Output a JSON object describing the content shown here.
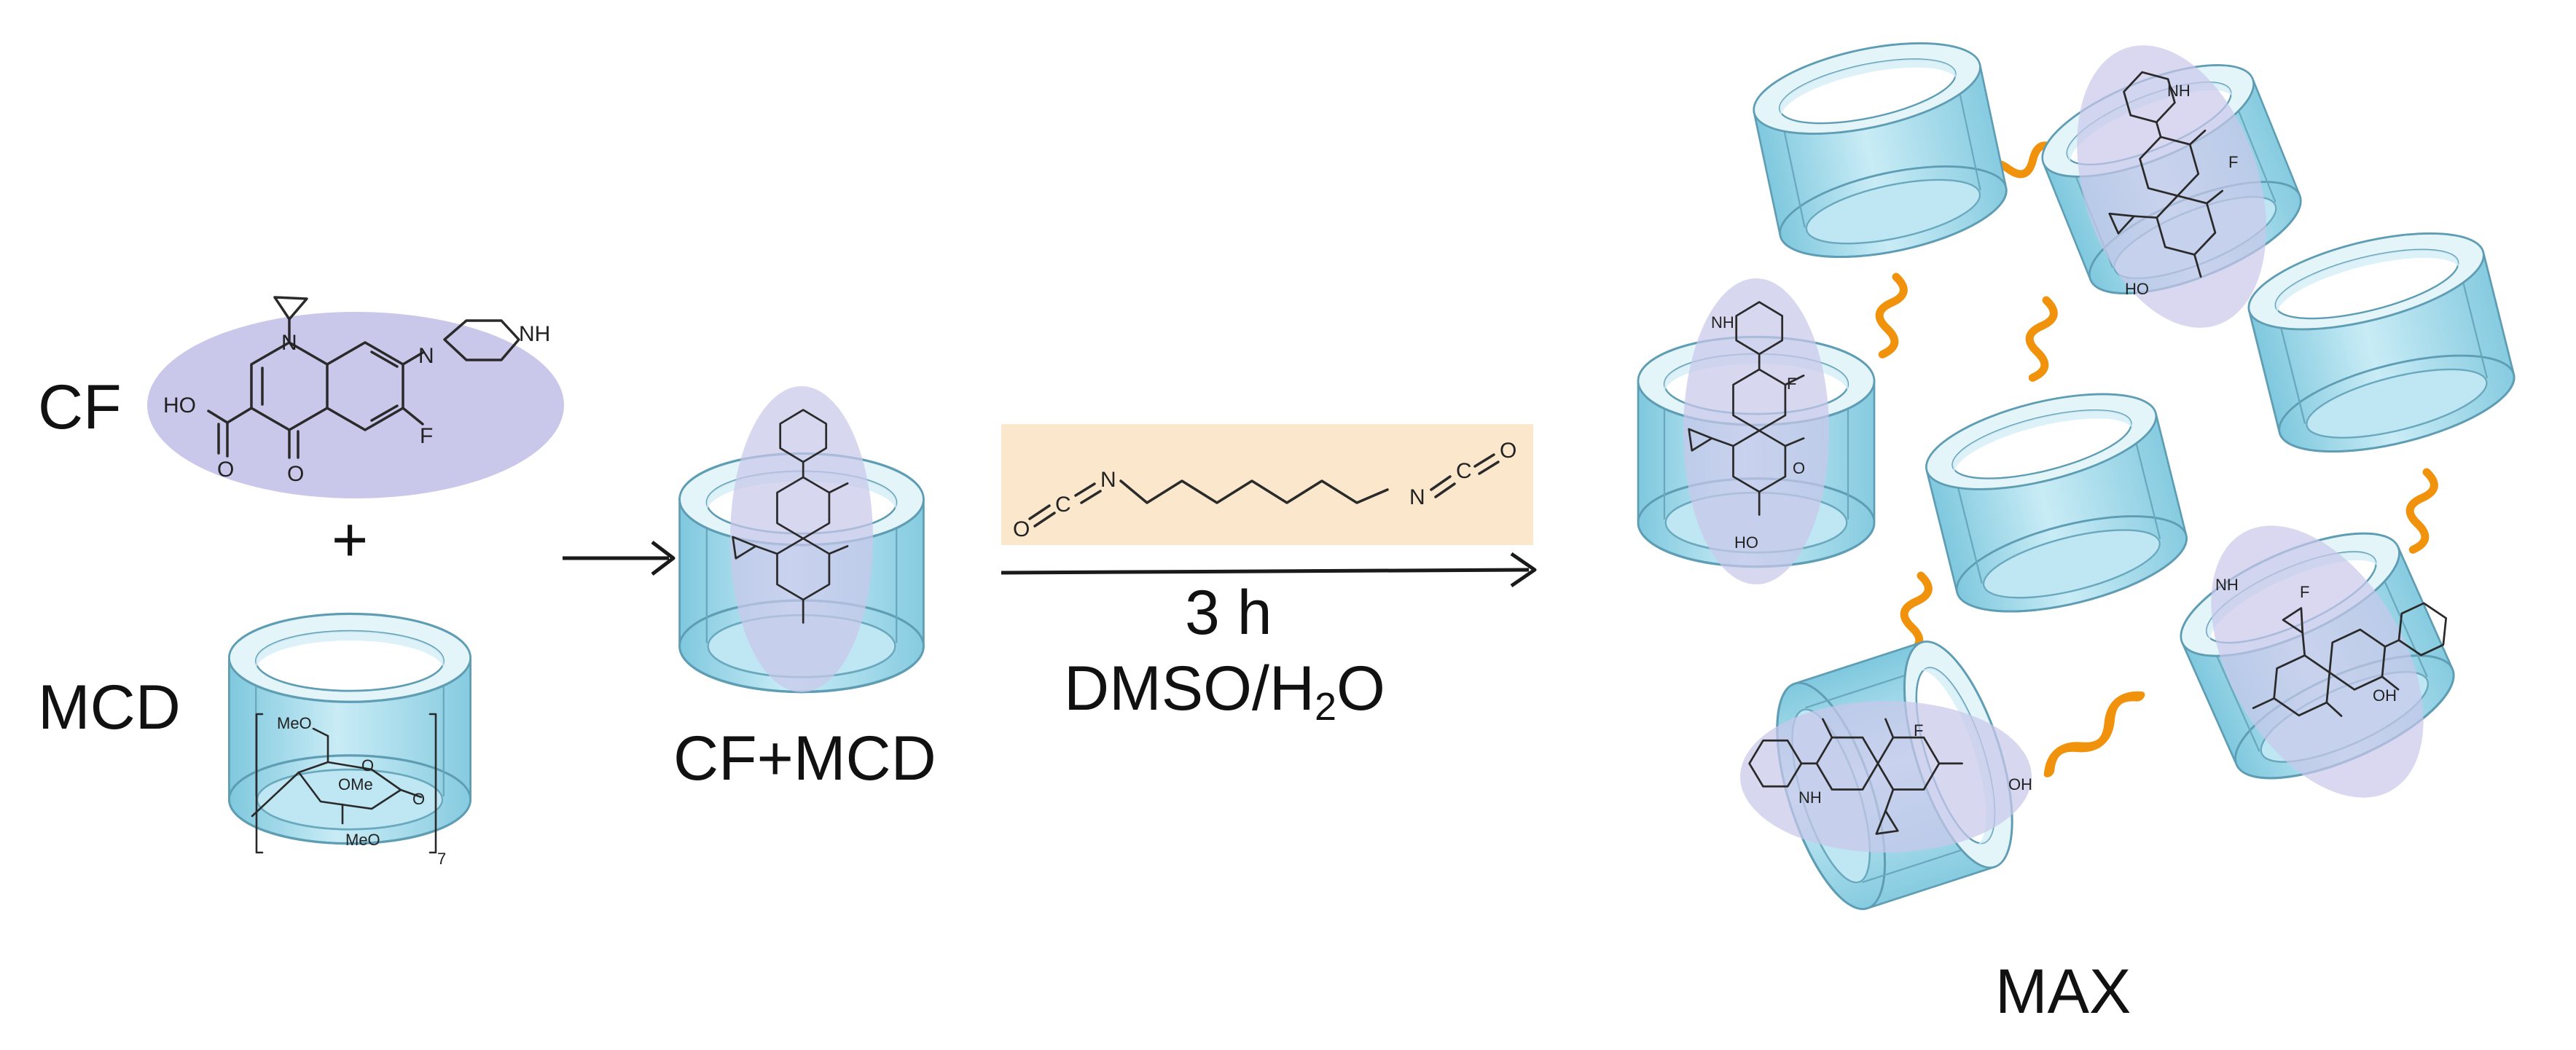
{
  "labels": {
    "cf": "CF",
    "plus": "+",
    "mcd": "MCD",
    "complex": "CF+MCD",
    "conditions_time": "3 h",
    "conditions_solvent_main": "DMSO/H",
    "conditions_solvent_sub": "2",
    "conditions_solvent_end": "O",
    "product": "MAX"
  },
  "chem": {
    "nh": "NH",
    "n": "N",
    "f": "F",
    "o": "O",
    "ho": "HO",
    "oh": "OH",
    "c": "C",
    "meo": "MeO",
    "ome": "OMe",
    "seven": "7"
  },
  "colors": {
    "cylinder_fill": "#a9dcec",
    "cylinder_rim": "#e1f3f9",
    "drug_ellipse": "#c9c7ea",
    "linker": "#f0920c",
    "reagent_box": "#fbe7cc",
    "arrow": "#1a1a1a"
  }
}
